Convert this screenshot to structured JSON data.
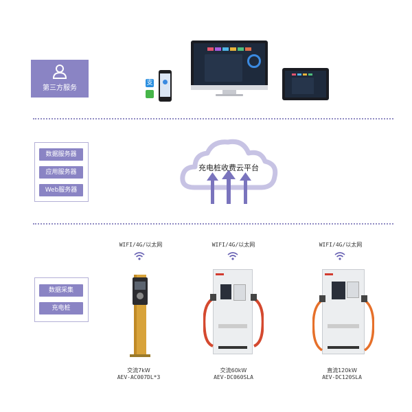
{
  "third_party": {
    "label": "第三方服务",
    "icon": "user-icon"
  },
  "servers": {
    "items": [
      "数据服务器",
      "应用服务器",
      "Web服务器"
    ]
  },
  "cloud": {
    "label": "充电桩收费云平台",
    "icon": "cloud-icon"
  },
  "field": {
    "items": [
      "数据采集",
      "充电桩"
    ]
  },
  "chargers": [
    {
      "network": "WIFI/4G/以太网",
      "type": "交流7kW",
      "model": "AEV-AC007DL*3"
    },
    {
      "network": "WIFI/4G/以太网",
      "type": "交流60kW",
      "model": "AEV-DC060SLA"
    },
    {
      "network": "WIFI/4G/以太网",
      "type": "直流120kW",
      "model": "AEV-DC120SLA"
    }
  ],
  "colors": {
    "accent": "#8a84c4",
    "border": "#b3afd6",
    "arrow": "#7a74bd",
    "cloud_border": "#c7c3e4"
  }
}
